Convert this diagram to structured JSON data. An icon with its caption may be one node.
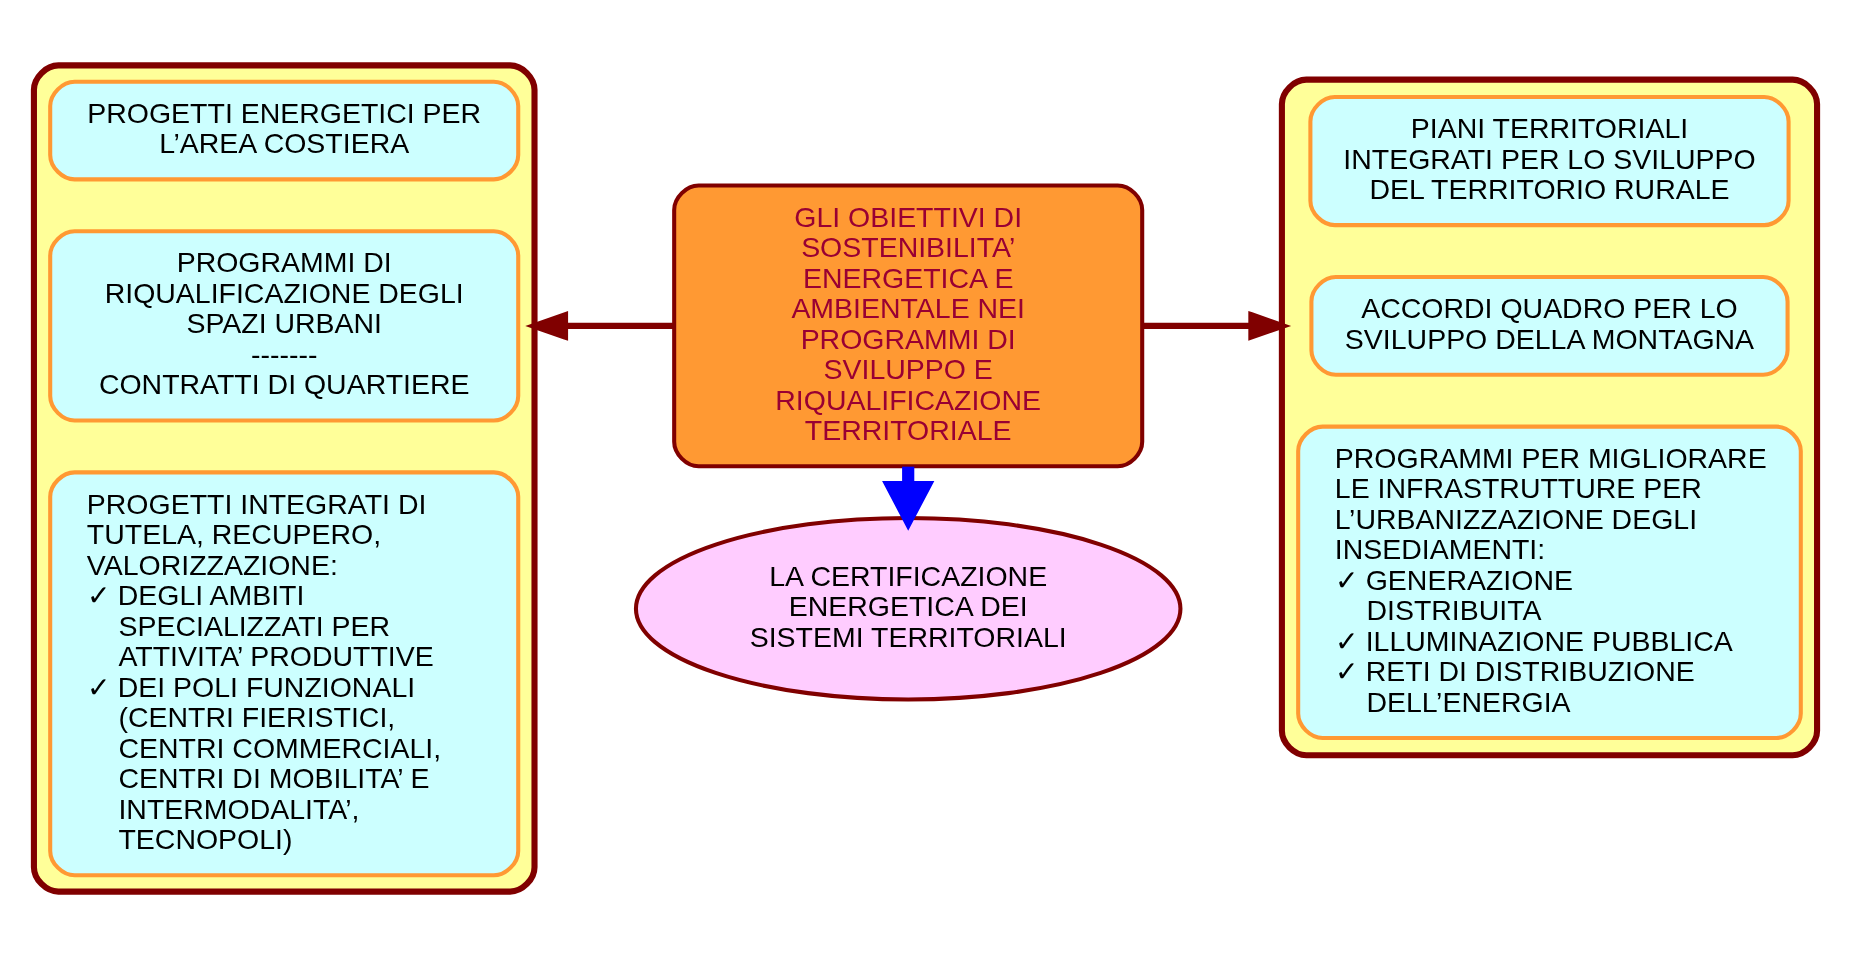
{
  "diagram": {
    "nodes": [
      {
        "text": [],
        "shape": "box"
      },
      {
        "text": [
          "PROGETTI ENERGETICI PER L’AREA COSTIERA"
        ],
        "in": 0
      },
      {
        "text": [
          "PROGRAMMI DI RIQUALIFICAZIONE DEGLI SPAZI URBANI",
          "-------",
          "CONTRATTI DI QUARTIERE"
        ],
        "in": 0
      },
      {
        "text": [
          "PROGETTI INTEGRATI DI TUTELA, RECUPERO, VALORIZZAZIONE:",
          "✓ DEGLI AMBITI SPECIALIZZATI PER ATTIVITA’ PRODUTTIVE",
          "✓ DEI POLI FUNZIONALI (CENTRI FIERISTICI, CENTRI COMMERCIALI, CENTRI DI MOBILITA’ E INTERMODALITA’, TECNOPOLI)"
        ],
        "in": 0
      },
      {
        "text": [
          "GLI OBIETTIVI DI SOSTENIBILITA’ ENERGETICA E AMBIENTALE NEI PROGRAMMI DI SVILUPPO E RIQUALIFICAZIONE TERRITORIALE"
        ]
      },
      {
        "text": [],
        "shape": "box"
      },
      {
        "text": [
          "PIANI TERRITORIALI INTEGRATI PER LO SVILUPPO DEL TERRITORIO RURALE"
        ],
        "in": 5
      },
      {
        "text": [
          "ACCORDI QUADRO PER LO SVILUPPO DELLA MONTAGNA"
        ],
        "in": 5
      },
      {
        "text": [
          "PROGRAMMI PER MIGLIORARE LE INFRASTRUTTURE PER L’URBANIZZAZIONE DEGLI INSEDIAMENTI:",
          "✓ GENERAZIONE DISTRIBUITA",
          "✓ ILLUMINAZIONE PUBBLICA",
          "✓ RETI DI DISTRIBUZIONE DELL’ENERGIA"
        ],
        "in": 5
      },
      {
        "text": [
          "LA CERTIFICAZIONE ENERGETICA DEI SISTEMI TERRITORIALI"
        ]
      }
    ],
    "edges": [
      {
        "from": 4,
        "to": 0,
        "arrow": "to"
      },
      {
        "from": 4,
        "to": 5,
        "arrow": "to"
      },
      {
        "from": 4,
        "to": 9,
        "arrow": "to",
        "style": "thick",
        "color": "#0000ff"
      }
    ]
  }
}
